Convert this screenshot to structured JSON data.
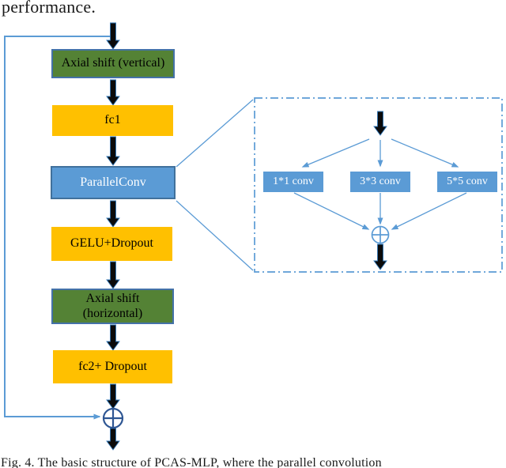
{
  "header_text": "performance.",
  "caption": "Fig. 4.   The basic structure of PCAS-MLP, where the parallel convolution",
  "flow": {
    "boxes": [
      {
        "label": "Axial shift (vertical)",
        "type": "green"
      },
      {
        "label": "fc1",
        "type": "gold"
      },
      {
        "label": "ParallelConv",
        "type": "blue"
      },
      {
        "label": "GELU+Dropout",
        "type": "gold"
      },
      {
        "label": "Axial shift\n(horizontal)",
        "type": "green"
      },
      {
        "label": "fc2+ Dropout",
        "type": "gold"
      }
    ],
    "sum_symbol": "⊕"
  },
  "panel": {
    "conv_boxes": [
      {
        "label": "1*1 conv"
      },
      {
        "label": "3*3 conv"
      },
      {
        "label": "5*5 conv"
      }
    ],
    "sum_symbol": "⊕"
  },
  "colors": {
    "green_fill": "#548235",
    "gold_fill": "#FFC000",
    "blue_fill": "#5B9BD5",
    "blue_border": "#41719C",
    "line_blue": "#5B9BD5",
    "sum_circle_dark": "#2E5693",
    "arrow_black": "#0b0b0b"
  }
}
